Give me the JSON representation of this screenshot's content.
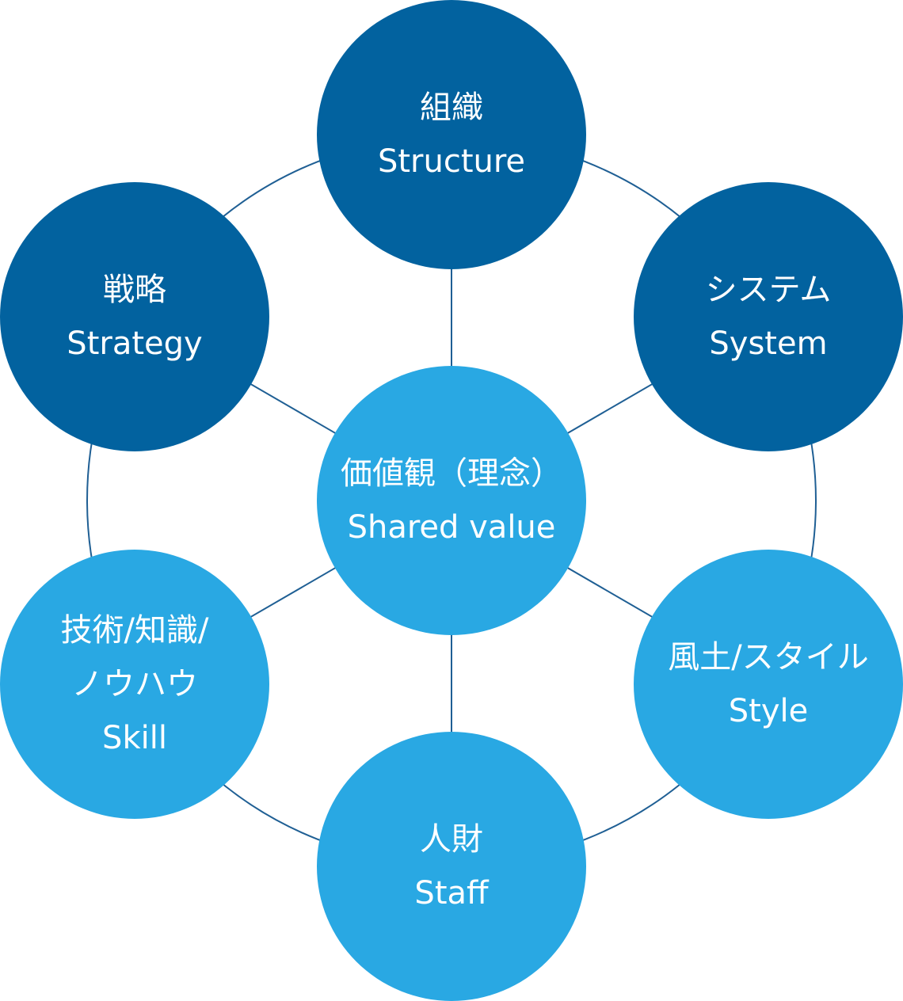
{
  "colors": {
    "dark_node": "#02629f",
    "light_node": "#29a8e3",
    "link_line": "#1f5f94",
    "text": "#ffffff"
  },
  "nodes": {
    "structure": {
      "lines": [
        "組織",
        "Structure"
      ]
    },
    "strategy": {
      "lines": [
        "戦略",
        "Strategy"
      ]
    },
    "system": {
      "lines": [
        "システム",
        "System"
      ]
    },
    "shared_value": {
      "lines": [
        "価値観（理念）",
        "Shared value"
      ]
    },
    "skill": {
      "lines": [
        "技術/知識/",
        "ノウハウ",
        "Skill"
      ]
    },
    "style": {
      "lines": [
        "風土/スタイル",
        "Style"
      ]
    },
    "staff": {
      "lines": [
        "人財",
        "Staff"
      ]
    }
  }
}
